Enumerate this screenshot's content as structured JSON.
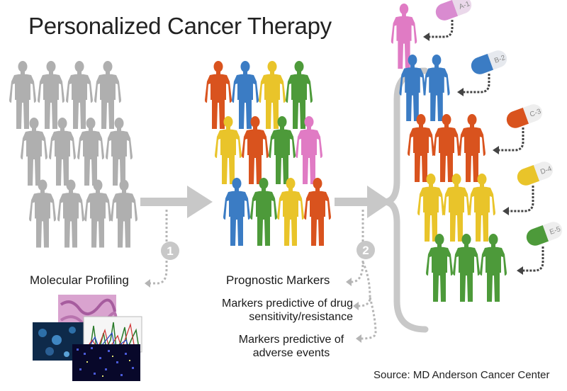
{
  "title": "Personalized Cancer Therapy",
  "steps": [
    {
      "number": "1",
      "label": "Molecular Profiling"
    },
    {
      "number": "2",
      "label": "Prognostic Markers"
    }
  ],
  "markers": {
    "sensitivity_line1": "Markers predictive of drug",
    "sensitivity_line2": "sensitivity/resistance",
    "adverse_line1": "Markers predictive of",
    "adverse_line2": "adverse events"
  },
  "drugs": [
    "A-1",
    "B-2",
    "C-3",
    "D-4",
    "E-5"
  ],
  "colors": {
    "gray": "#a9a9a9",
    "orange": "#d9531e",
    "blue": "#3b7cc4",
    "yellow": "#e9c42a",
    "green": "#4d9a3a",
    "pink": "#e07bc4",
    "arrow": "#c8c8c8"
  },
  "source": "Source: MD Anderson Cancer Center"
}
